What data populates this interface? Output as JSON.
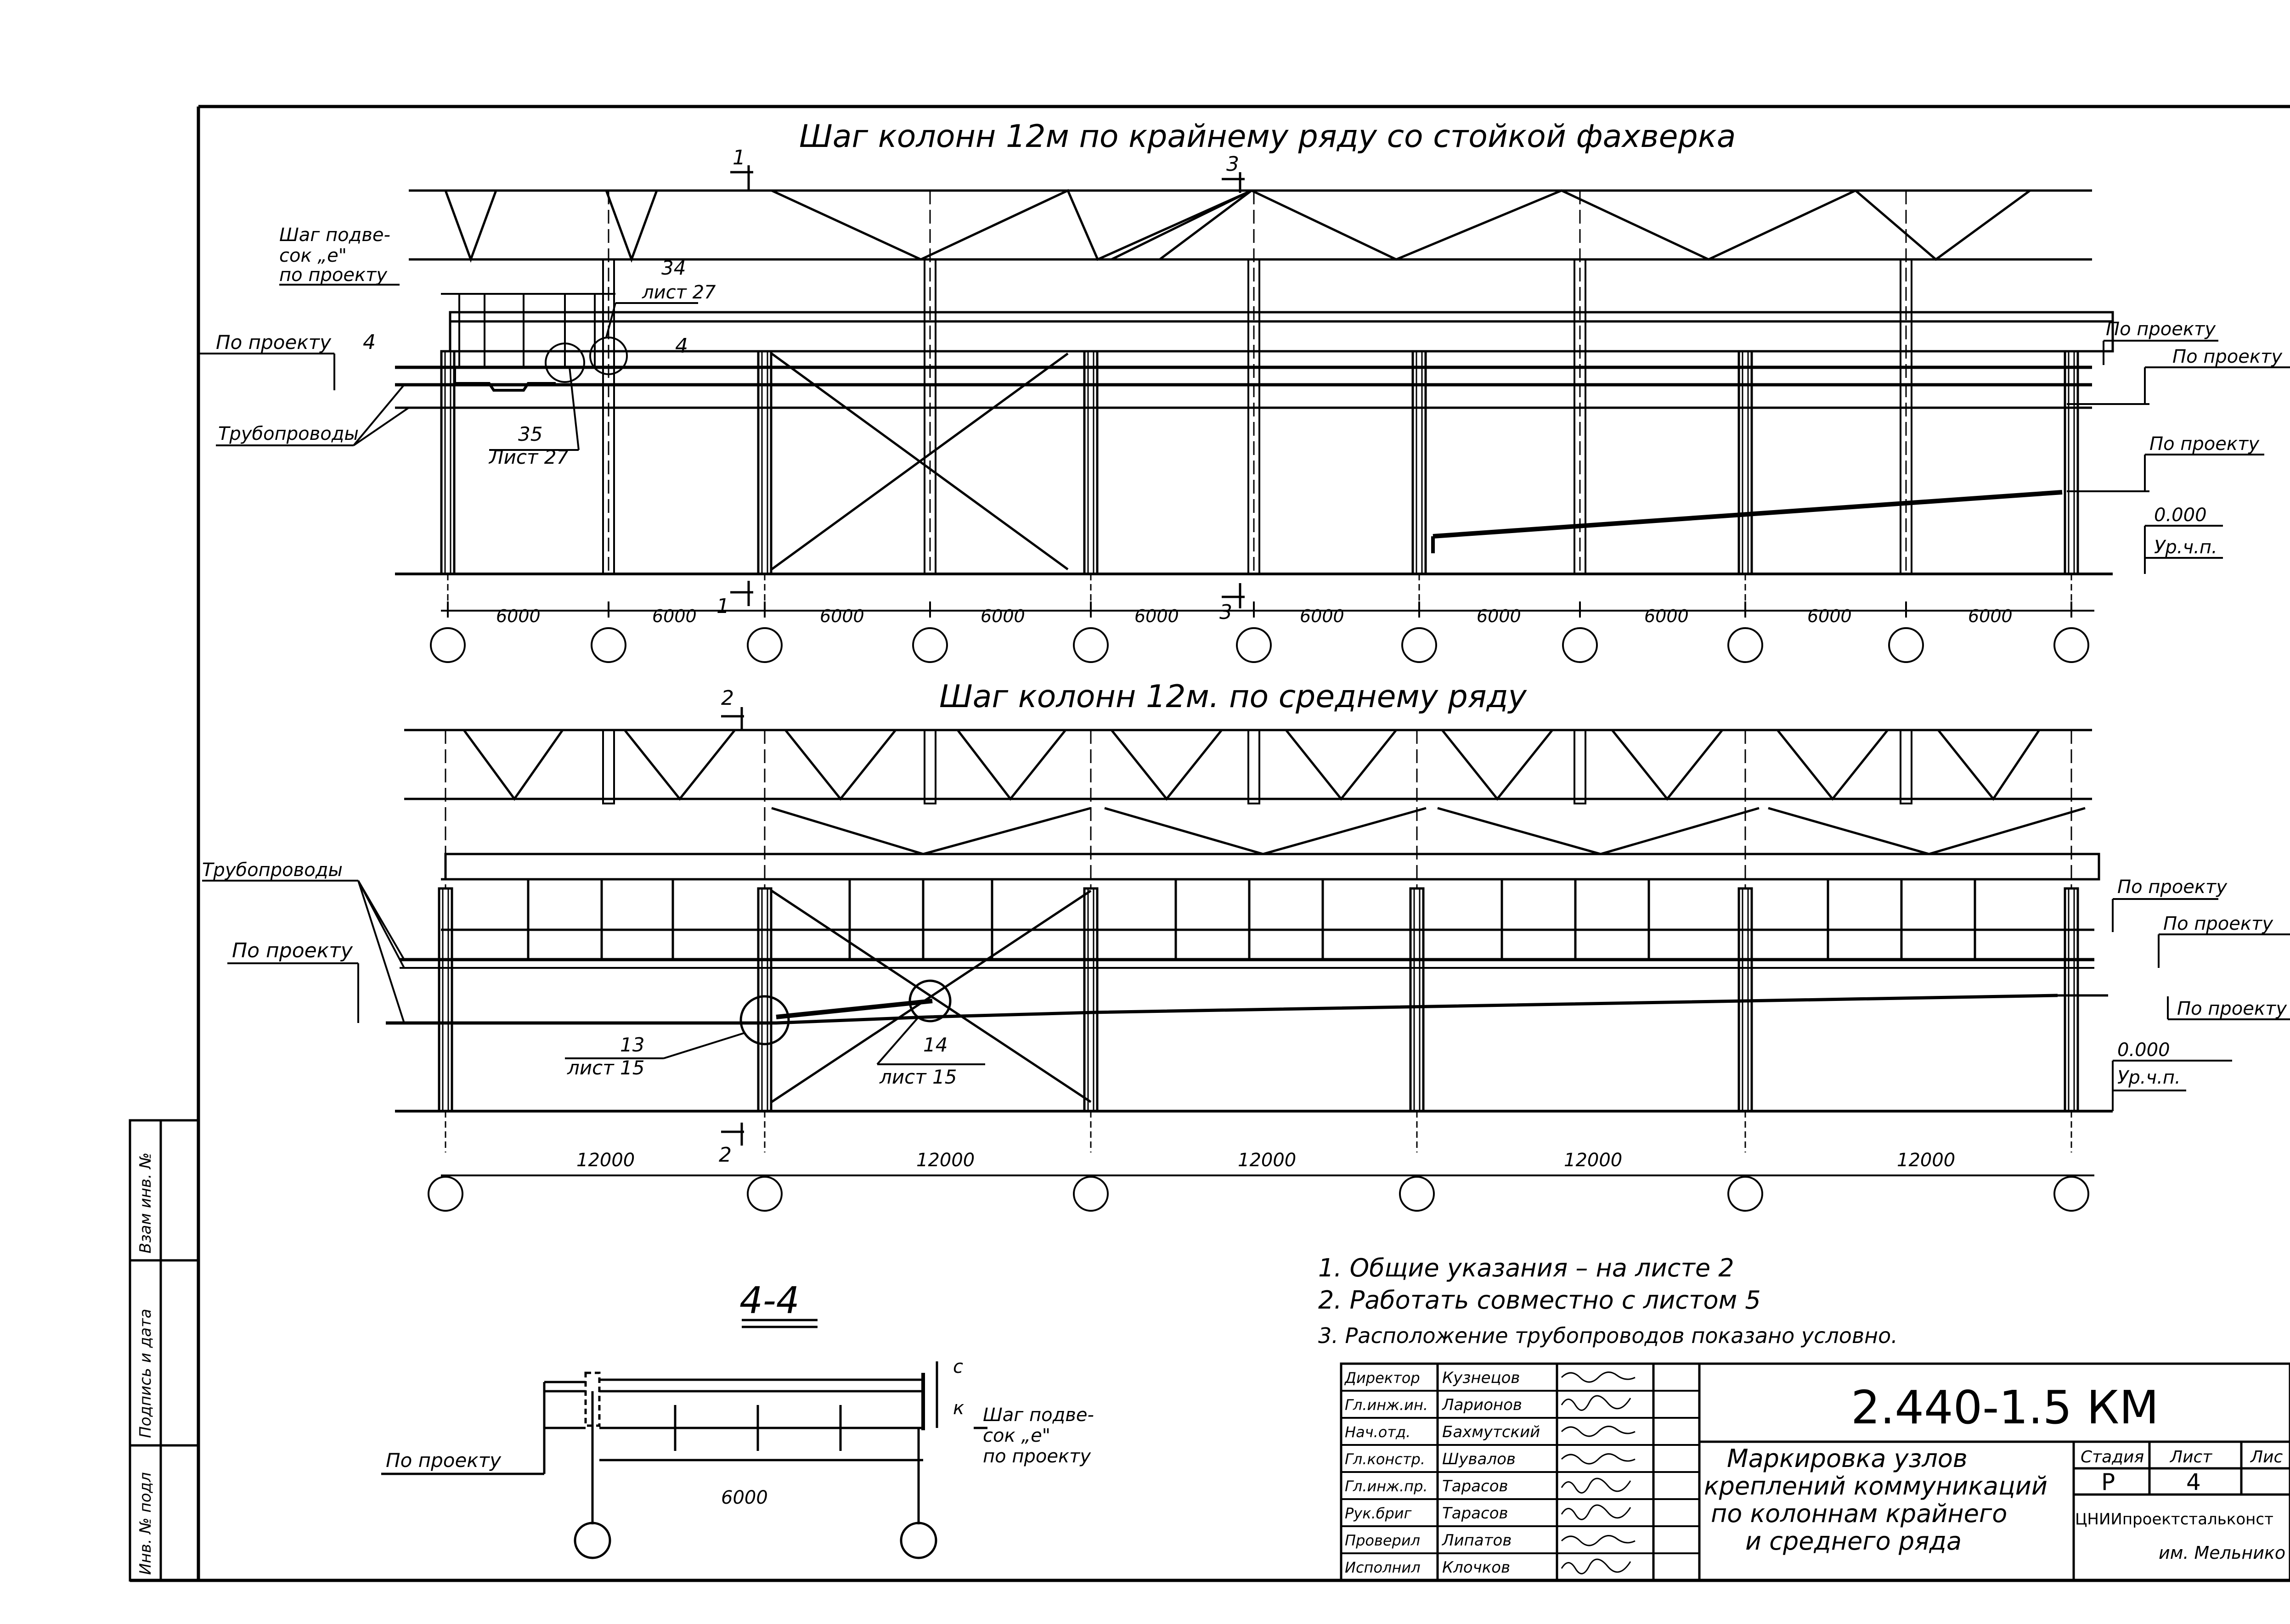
{
  "drawing": {
    "heading_top": "Шаг колонн 12м по крайнему ряду со стойкой фахверка",
    "heading_middle": "Шаг колонн 12м. по среднему ряду",
    "section_title": "4-4",
    "callouts_top": {
      "hanger_step_1": "Шаг подве-",
      "hanger_step_2": "сок „е\"",
      "hanger_step_3": "по проекту",
      "node_34_num": "34",
      "node_34_sheet": "лист 27",
      "node_35_num": "35",
      "node_35_sheet": "Лист 27",
      "pipelines": "Трубопроводы",
      "by_project": "По проекту",
      "mark_4": "4",
      "mark_4b": "4"
    },
    "callouts_middle": {
      "pipelines": "Трубопроводы",
      "by_project": "По проекту",
      "node_13_num": "13",
      "node_13_sheet": "лист 15",
      "node_14_num": "14",
      "node_14_sheet": "лист 15"
    },
    "section_marks": {
      "s1": "1",
      "s2": "2",
      "s3": "3"
    },
    "right_levels_top": [
      "По проекту",
      "По проекту",
      "По проекту",
      "0.000",
      "Ур.ч.п."
    ],
    "right_levels_middle": [
      "По проекту",
      "По проекту",
      "По проекту",
      "0.000",
      "Ур.ч.п."
    ],
    "dims_top": [
      "6000",
      "6000",
      "6000",
      "6000",
      "6000",
      "6000",
      "6000",
      "6000",
      "6000",
      "6000"
    ],
    "dims_middle": [
      "12000",
      "12000",
      "12000",
      "12000",
      "12000"
    ],
    "section_callouts": {
      "by_project": "По проекту",
      "hanger_1": "Шаг подве-",
      "hanger_2": "сок „е\"",
      "hanger_3": "по проекту",
      "dim": "6000",
      "c": "с",
      "k": "к"
    }
  },
  "notes": [
    "1. Общие указания – на листе 2",
    "2. Работать совместно с листом 5",
    "3. Расположение трубопроводов показано условно."
  ],
  "side_stamp": [
    "Инв. № подл",
    "Подпись и дата",
    "Взам инв. №"
  ],
  "title_block": {
    "roles": [
      "Директор",
      "Гл.инж.ин.",
      "Нач.отд.",
      "Гл.констр.",
      "Гл.инж.пр.",
      "Рук.бриг",
      "Проверил",
      "Исполнил"
    ],
    "names": [
      "Кузнецов",
      "Ларионов",
      "Бахмутский",
      "Шувалов",
      "Тарасов",
      "Тарасов",
      "Липатов",
      "Клочков"
    ],
    "code": "2.440-1.5 КМ",
    "title_1": "Маркировка узлов",
    "title_2": "креплений коммуникаций",
    "title_3": "по колоннам крайнего",
    "title_4": "и среднего ряда",
    "stage_label": "Стадия",
    "sheet_label": "Лист",
    "sheets_label": "Лис",
    "stage": "Р",
    "sheet": "4",
    "org_1": "ЦНИИпроектстальконст",
    "org_2": "им. Мельнико"
  }
}
